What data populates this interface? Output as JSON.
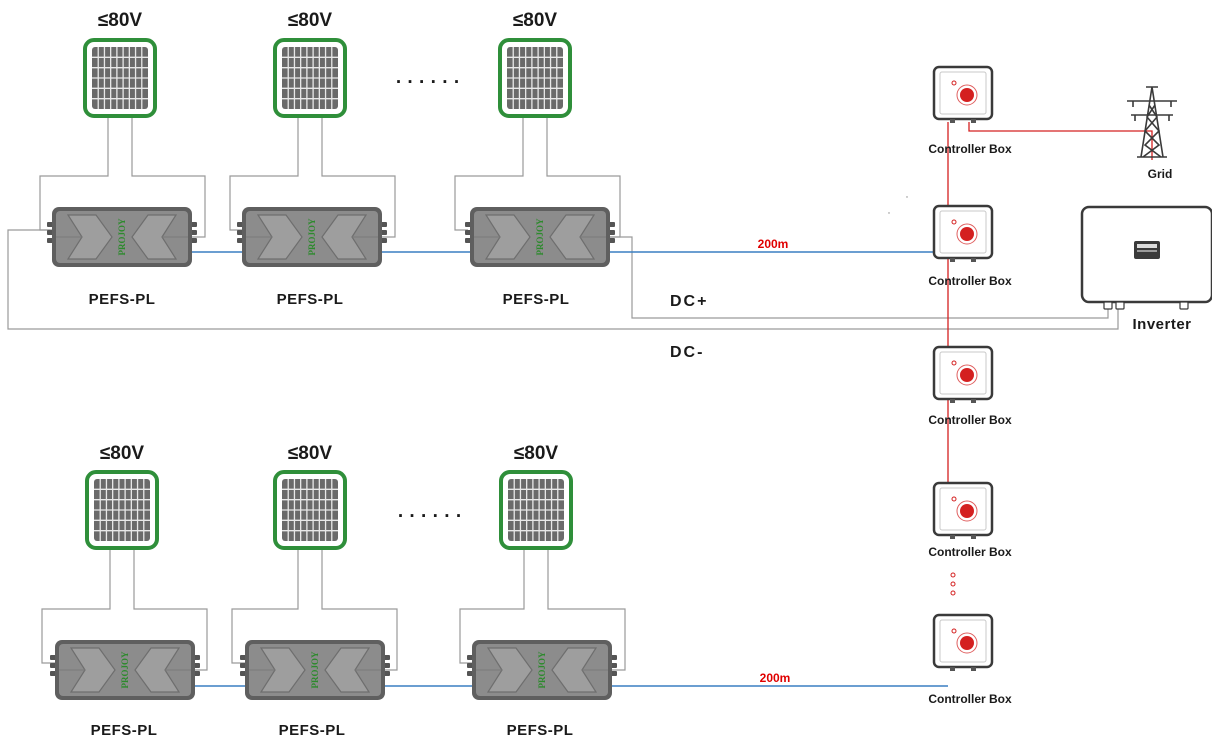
{
  "diagram": {
    "voltage_label": "≤80V",
    "device_label": "PEFS-PL",
    "brand_label": "PROJOY",
    "ellipsis": "· · · · · ·",
    "distance_label": "200m",
    "dc_plus_label": "DC+",
    "dc_minus_label": "DC-",
    "controller_label": "Controller Box",
    "grid_label": "Grid",
    "inverter_label": "Inverter"
  },
  "colors": {
    "panel_frame": "#2f8f3a",
    "device_body": "#8c8c8c",
    "controller_button": "#d42020",
    "signal_wire": "#d42020",
    "string_wire": "#3a7fc2",
    "dc_wire": "#9a9a9a"
  },
  "icons": [
    "solar-panel-icon",
    "shutdown-device-icon",
    "controller-box-icon",
    "transmission-tower-icon",
    "inverter-icon"
  ]
}
